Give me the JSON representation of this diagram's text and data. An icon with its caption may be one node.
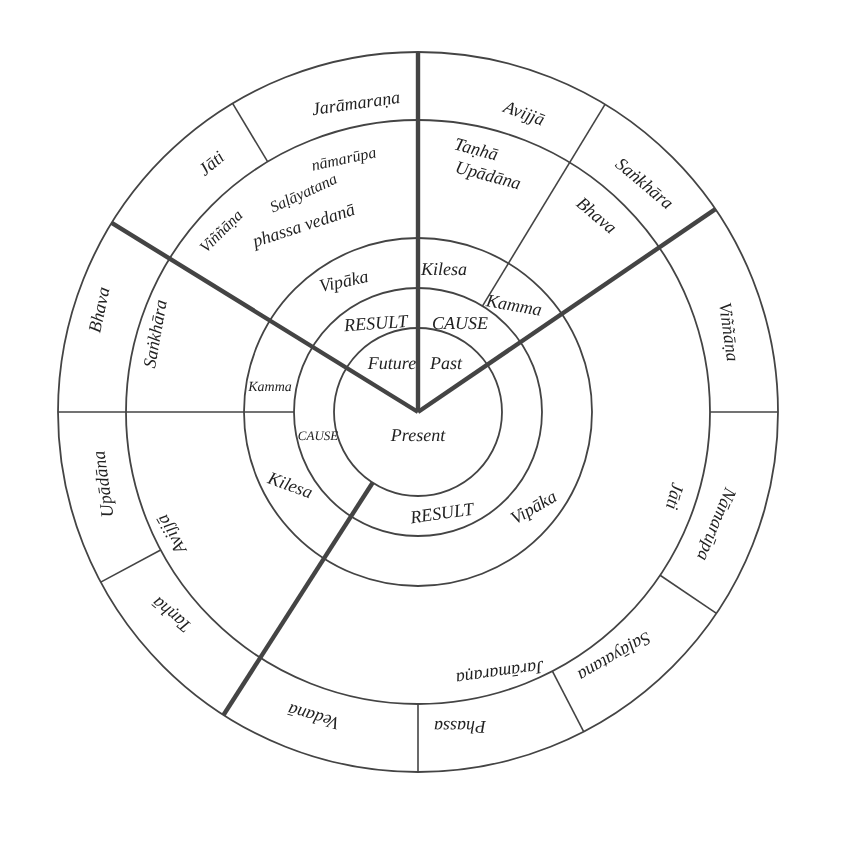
{
  "diagram": {
    "labels": [
      "Jarāmaraṇa",
      "Avijjā",
      "Jāti",
      "Taṇhā",
      "nāmarūpa",
      "Upādāna",
      "Saṅkhāra",
      "Saḷāyatana",
      "Viññāṇa",
      "Bhava",
      "phassa vedanā",
      "Kilesa",
      "Vipāka",
      "Bhava",
      "Kamma",
      "RESULT",
      "CAUSE",
      "Saṅkhāra",
      "Viññāṇa",
      "Future",
      "Past",
      "Kamma",
      "CAUSE",
      "Present",
      "Upādāna",
      "Kilesa",
      "Jāti",
      "Vipāka",
      "RESULT",
      "Avijjā",
      "Nāmarūpa",
      "Taṇhā",
      "Saḷāyatana",
      "Jarāmaraṇa",
      "Vedanā",
      "Phassa"
    ]
  }
}
